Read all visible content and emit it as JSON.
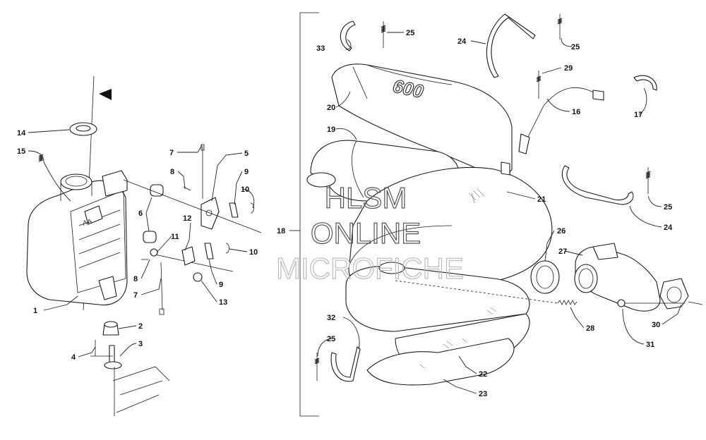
{
  "callouts": [
    {
      "id": "c1",
      "text": "1"
    },
    {
      "id": "c2",
      "text": "2"
    },
    {
      "id": "c3",
      "text": "3"
    },
    {
      "id": "c4",
      "text": "4"
    },
    {
      "id": "c5",
      "text": "5"
    },
    {
      "id": "c6",
      "text": "6"
    },
    {
      "id": "c7a",
      "text": "7"
    },
    {
      "id": "c7b",
      "text": "7"
    },
    {
      "id": "c8a",
      "text": "8"
    },
    {
      "id": "c8b",
      "text": "8"
    },
    {
      "id": "c9a",
      "text": "9"
    },
    {
      "id": "c9b",
      "text": "9"
    },
    {
      "id": "c10a",
      "text": "10"
    },
    {
      "id": "c10b",
      "text": "10"
    },
    {
      "id": "c11",
      "text": "11"
    },
    {
      "id": "c12",
      "text": "12"
    },
    {
      "id": "c13",
      "text": "13"
    },
    {
      "id": "c14",
      "text": "14"
    },
    {
      "id": "c15",
      "text": "15"
    },
    {
      "id": "c16",
      "text": "16"
    },
    {
      "id": "c17",
      "text": "17"
    },
    {
      "id": "c18",
      "text": "18"
    },
    {
      "id": "c19",
      "text": "19"
    },
    {
      "id": "c20",
      "text": "20"
    },
    {
      "id": "c21",
      "text": "21"
    },
    {
      "id": "c22",
      "text": "22"
    },
    {
      "id": "c23",
      "text": "23"
    },
    {
      "id": "c24a",
      "text": "24"
    },
    {
      "id": "c24b",
      "text": "24"
    },
    {
      "id": "c25a",
      "text": "25"
    },
    {
      "id": "c25b",
      "text": "25"
    },
    {
      "id": "c25c",
      "text": "25"
    },
    {
      "id": "c25d",
      "text": "25"
    },
    {
      "id": "c26",
      "text": "26"
    },
    {
      "id": "c27",
      "text": "27"
    },
    {
      "id": "c28",
      "text": "28"
    },
    {
      "id": "c29",
      "text": "29"
    },
    {
      "id": "c30",
      "text": "30"
    },
    {
      "id": "c31",
      "text": "31"
    },
    {
      "id": "c32",
      "text": "32"
    },
    {
      "id": "c33",
      "text": "33"
    }
  ],
  "emboss_text": "600",
  "watermark": {
    "line1": "HLSM",
    "line2": "ONLINE",
    "line3": "MICROFICHE"
  }
}
